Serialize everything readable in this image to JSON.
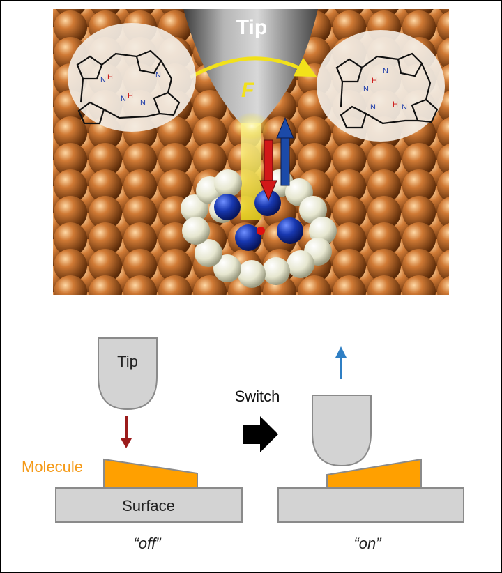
{
  "render": {
    "tip": "Tip",
    "force": "F"
  },
  "schematic": {
    "tip": "Tip",
    "molecule": "Molecule",
    "surface": "Surface",
    "switch": "Switch",
    "off": "“off”",
    "on": "“on”"
  },
  "colors": {
    "copper": "#b8662a",
    "tip_gray": "#d3d3d3",
    "molecule_orange": "#ffa000",
    "molecule_label": "#f59a17",
    "down_arrow": "#9b1b1b",
    "up_arrow": "#2f7fc4",
    "force_yellow": "#f2e11a"
  }
}
